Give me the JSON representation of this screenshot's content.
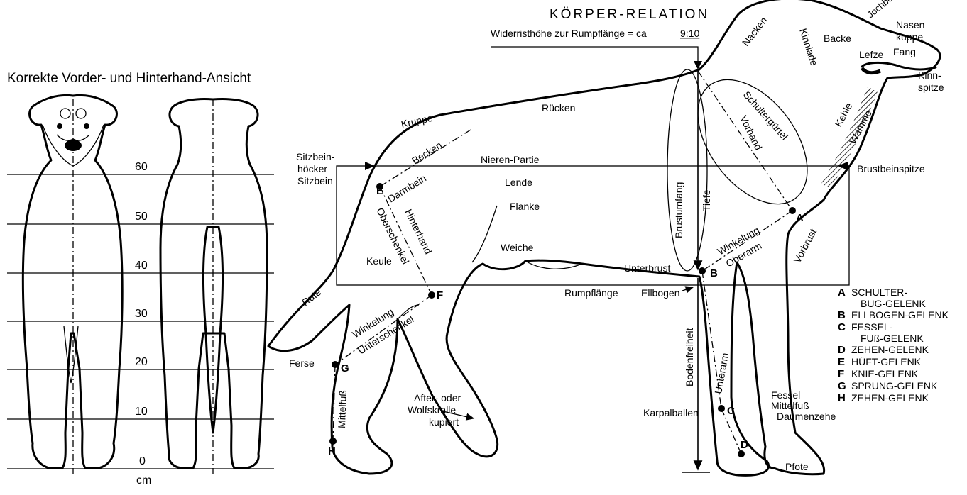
{
  "front_view": {
    "title": "Korrekte Vorder- und Hinterhand-Ansicht",
    "scale_marks": [
      "60",
      "50",
      "40",
      "30",
      "20",
      "10",
      "0"
    ],
    "unit": "cm"
  },
  "relation": {
    "title": "KÖRPER-RELATION",
    "subtitle": "Widerristhöhe zur Rumpflänge = ca",
    "ratio": "9:10"
  },
  "labels": {
    "nacken": "Nacken",
    "jochbein": "Jochbe",
    "backe": "Backe",
    "nasenkuppe_1": "Nasen",
    "nasenkuppe_2": "kuppe",
    "kinnlade": "Kinnlade",
    "lefze": "Lefze",
    "fang": "Fang",
    "kinnspitze_1": "Kinn-",
    "kinnspitze_2": "spitze",
    "ruecken": "Rücken",
    "kruppe": "Kruppe",
    "schulterguertel": "Schultergürtel",
    "vorhand": "Vorhand",
    "kehle": "Kehle",
    "wamme": "Wamme",
    "sitzbein_1": "Sitzbein-",
    "sitzbein_2": "höcker",
    "sitzbein_3": "Sitzbein",
    "becken": "Becken",
    "nieren_partie": "Nieren-Partie",
    "brustbeinspitze": "Brustbeinspitze",
    "darmbein": "Darmbein",
    "lende": "Lende",
    "brustumfang": "Brustumfang",
    "tiefe": "Tiefe",
    "flanke": "Flanke",
    "oberschenkel": "Oberschenkel",
    "hinterhand": "Hinterhand",
    "winkelung": "Winkelung",
    "oberarm": "Oberarm",
    "vorbrust": "Vorbrust",
    "keule": "Keule",
    "weiche": "Weiche",
    "unterbrust": "Unterbrust",
    "rute": "Rute",
    "rumpflaenge": "Rumpflänge",
    "ellbogen": "Ellbogen",
    "winkelung_hinten": "Winkelung",
    "unterschenkel": "Unterschenkel",
    "bodenfreiheit": "Bodenfreiheit",
    "unterarm": "Unterarm",
    "ferse": "Ferse",
    "mittelfuss_hinten": "Mittelfuß",
    "after_1": "After- oder",
    "after_2": "Wolfskralle",
    "after_3": "kupiert",
    "fessel": "Fessel",
    "mittelfuss_vorne": "Mittelfuß",
    "daumenzehe": "Daumenzehe",
    "karpalballen": "Karpalballen",
    "pfote": "Pfote"
  },
  "joint_letters": [
    "A",
    "B",
    "C",
    "D",
    "E",
    "F",
    "G",
    "H"
  ],
  "legend": [
    {
      "letter": "A",
      "lines": [
        "SCHULTER-",
        "BUG-GELENK"
      ]
    },
    {
      "letter": "B",
      "lines": [
        "ELLBOGEN-GELENK"
      ]
    },
    {
      "letter": "C",
      "lines": [
        "FESSEL-",
        "FUß-GELENK"
      ]
    },
    {
      "letter": "D",
      "lines": [
        "ZEHEN-GELENK"
      ]
    },
    {
      "letter": "E",
      "lines": [
        "HÜFT-GELENK"
      ]
    },
    {
      "letter": "F",
      "lines": [
        "KNIE-GELENK"
      ]
    },
    {
      "letter": "G",
      "lines": [
        "SPRUNG-GELENK"
      ]
    },
    {
      "letter": "H",
      "lines": [
        "ZEHEN-GELENK"
      ]
    }
  ]
}
